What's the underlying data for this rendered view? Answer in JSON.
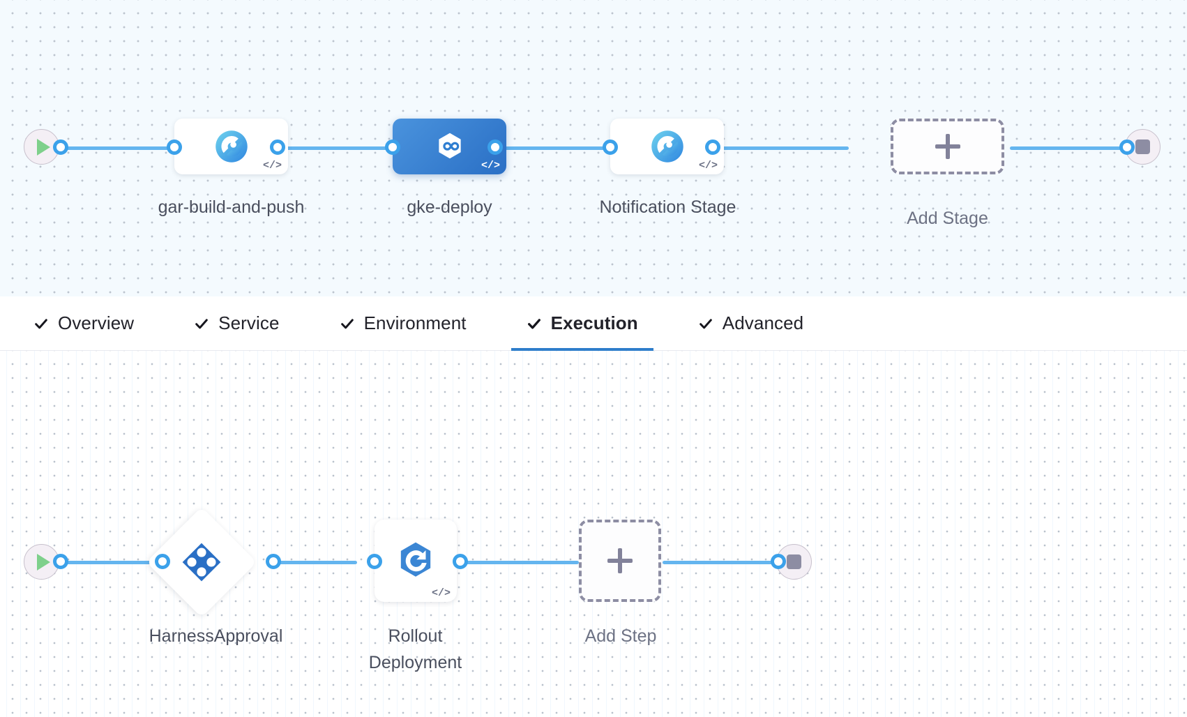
{
  "colors": {
    "edge": "#64b5ef",
    "port_ring": "#3ba1ea",
    "selected_stage_bg": "#2a6fc5",
    "tab_active_underline": "#2e7ecb",
    "stage_canvas_bg": "#f4fafe",
    "step_canvas_bg": "#ffffff",
    "dashed_border": "#8d8da3",
    "play_green": "#7ed08b",
    "stop_gray": "#8d8da3",
    "harness_blue": "#2a6fc5",
    "rollout_blue": "#3b86d4"
  },
  "stage_graph": {
    "start_node": {
      "name": "pipeline-start",
      "icon": "play-icon"
    },
    "end_node": {
      "name": "pipeline-end",
      "icon": "stop-icon"
    },
    "stages": [
      {
        "id": "gar-build-and-push",
        "label": "gar-build-and-push",
        "icon": "harness-ci-build-icon",
        "selected": false,
        "code_badge": "</>"
      },
      {
        "id": "gke-deploy",
        "label": "gke-deploy",
        "icon": "harness-cd-deploy-icon",
        "selected": true,
        "code_badge": "</>"
      },
      {
        "id": "notification-stage",
        "label": "Notification Stage",
        "icon": "harness-ci-build-icon",
        "selected": false,
        "code_badge": "</>"
      }
    ],
    "add_stage": {
      "label": "Add Stage",
      "icon": "plus-icon"
    }
  },
  "tabs": [
    {
      "id": "overview",
      "label": "Overview",
      "checked": true,
      "active": false
    },
    {
      "id": "service",
      "label": "Service",
      "checked": true,
      "active": false
    },
    {
      "id": "environment",
      "label": "Environment",
      "checked": true,
      "active": false
    },
    {
      "id": "execution",
      "label": "Execution",
      "checked": true,
      "active": true
    },
    {
      "id": "advanced",
      "label": "Advanced",
      "checked": true,
      "active": false
    }
  ],
  "step_graph": {
    "start_node": {
      "name": "execution-start",
      "icon": "play-icon"
    },
    "end_node": {
      "name": "execution-end",
      "icon": "stop-icon"
    },
    "steps": [
      {
        "id": "harness-approval",
        "label": "HarnessApproval",
        "shape": "diamond",
        "icon": "harness-approval-icon",
        "code_badge": ""
      },
      {
        "id": "rollout-deployment",
        "label": "Rollout Deployment",
        "shape": "square",
        "icon": "kubernetes-rollout-icon",
        "code_badge": "</>"
      }
    ],
    "add_step": {
      "label": "Add Step",
      "icon": "plus-icon"
    }
  }
}
